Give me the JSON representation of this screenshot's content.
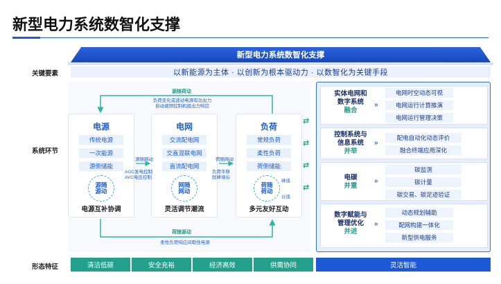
{
  "page_title": "新型电力系统数智化支撑",
  "banner_title": "新型电力系统数智化支撑",
  "row_labels": {
    "key_elements": "关键要素",
    "system_links": "系统环节",
    "features": "形态特征"
  },
  "key_elements": "以新能源为主体 · 以创新为根本驱动力 · 以数智化为关键手段",
  "top_loop": {
    "label": "源随荷动",
    "sub": "负荷变化或波动电源有功出力\n自动调频控制机组出力响应"
  },
  "bottom_loop": {
    "label": "荷随源动",
    "sub": "柔性负荷响应间歇性电源"
  },
  "columns": [
    {
      "head": "电源",
      "items": [
        "传统电源",
        "一次能源",
        "源侧储能"
      ],
      "circle": "源随\n源动",
      "foot": "电源互补协调"
    },
    {
      "head": "电网",
      "items": [
        "交流配电网",
        "交直混联电网",
        "直流配电网"
      ],
      "circle": "网随\n网动",
      "foot": "灵活调节潮流"
    },
    {
      "head": "负荷",
      "items": [
        "常规负荷",
        "柔性负荷",
        "荷侧储能"
      ],
      "circle": "荷随\n荷动",
      "foot": "多元友好互动"
    }
  ],
  "link1": {
    "top": "源随网动",
    "bottom": "AGC发电控制\nAVC电压控制"
  },
  "link2": {
    "top": "荷随网动",
    "bottom": "负荷平移\n削峰填谷"
  },
  "peak_labels": [
    "峰值",
    "谷值"
  ],
  "right_sections": [
    {
      "title_line1": "实体电网和",
      "title_line2": "数字系统",
      "title_hl": "融合",
      "chips": [
        "电网时空动态可视",
        "电网运行计算推演",
        "电网运行管理决策"
      ]
    },
    {
      "title_line1": "控制系统与",
      "title_line2": "信息系统",
      "title_hl": "并举",
      "chips": [
        "配电自动化动态评价",
        "融合终端应用深化"
      ]
    },
    {
      "title_line1": "",
      "title_line2": "电碳",
      "title_hl": "并重",
      "chips": [
        "碳监测",
        "碳计量",
        "碳交易、碳足迹验证"
      ]
    },
    {
      "title_line1": "数字赋能与",
      "title_line2": "管理优化",
      "title_hl": "并进",
      "chips": [
        "动态规划辅助",
        "配网构建一体化",
        "新型供电服务"
      ]
    }
  ],
  "features": [
    "清洁低碳",
    "安全充裕",
    "经济高效",
    "供需协同",
    "灵活智能"
  ],
  "colors": {
    "teal": "#2db5a3",
    "primary": "#1f5fd1",
    "dark_blue": "#1848b8"
  }
}
